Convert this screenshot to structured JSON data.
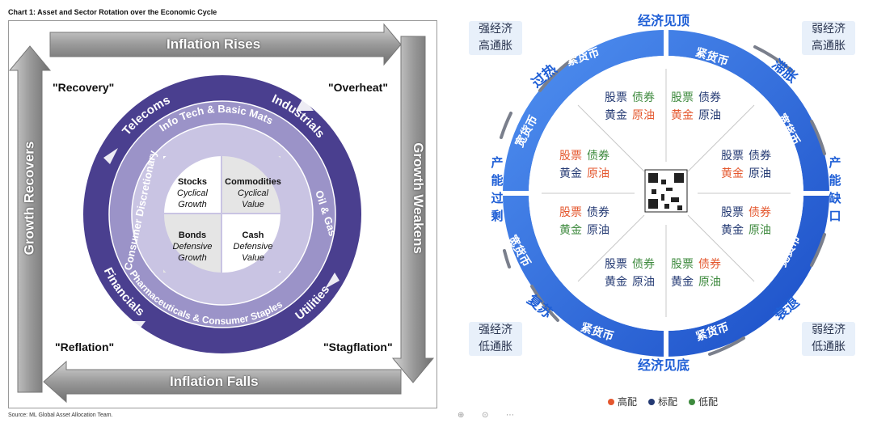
{
  "left": {
    "caption": "Chart 1: Asset and Sector Rotation over the Economic Cycle",
    "source": "Source: ML Global Asset Allocation Team.",
    "arrows": {
      "top": "Inflation Rises",
      "bottom": "Inflation Falls",
      "left": "Growth Recovers",
      "right": "Growth Weakens"
    },
    "phases": {
      "tl": "\"Recovery\"",
      "tr": "\"Overheat\"",
      "bl": "\"Reflation\"",
      "br": "\"Stagflation\""
    },
    "outer_ring": {
      "telecoms": "Telecoms",
      "industrials": "Industrials",
      "utilities": "Utilities",
      "financials": "Financials"
    },
    "inner_ring": {
      "info_tech": "Info Tech & Basic Mats",
      "oil_gas": "Oil & Gas",
      "pharma": "Pharmaceuticals & Consumer Staples",
      "cons_disc": "Consumer Discretionary"
    },
    "quadrants": {
      "tl": {
        "title": "Stocks",
        "l1": "Cyclical",
        "l2": "Growth"
      },
      "tr": {
        "title": "Commodities",
        "l1": "Cyclical",
        "l2": "Value"
      },
      "bl": {
        "title": "Bonds",
        "l1": "Defensive",
        "l2": "Growth"
      },
      "br": {
        "title": "Cash",
        "l1": "Defensive",
        "l2": "Value"
      }
    },
    "colors": {
      "dark_ring": "#4a3f8f",
      "mid_ring": "#9b93c8",
      "inner_ring": "#c9c4e3",
      "arrow_gray": "#9c9c9c"
    }
  },
  "right": {
    "top_title": "经济见顶",
    "bottom_title": "经济见底",
    "left_side": "产能过剩",
    "right_side": "产能缺口",
    "corners": {
      "tl": [
        "强经济",
        "高通胀"
      ],
      "tr": [
        "弱经济",
        "高通胀"
      ],
      "bl": [
        "强经济",
        "低通胀"
      ],
      "br": [
        "弱经济",
        "低通胀"
      ]
    },
    "diagonal_labels": {
      "overheat": "过热",
      "stagflation": "滞胀",
      "recovery": "复苏",
      "recession": "衰退"
    },
    "ring_labels": {
      "tight_tl": "紧货币",
      "tight_tr": "紧货币",
      "tight_bl": "紧货币",
      "tight_br": "紧货币",
      "loose_l1": "宽货币",
      "loose_l2": "宽货币",
      "loose_r1": "宽货币",
      "loose_r2": "宽货币"
    },
    "cells": [
      {
        "id": "top-left",
        "items": [
          [
            "股票",
            "navy"
          ],
          [
            "债券",
            "green"
          ],
          [
            "黄金",
            "navy"
          ],
          [
            "原油",
            "red"
          ]
        ]
      },
      {
        "id": "top-right",
        "items": [
          [
            "股票",
            "green"
          ],
          [
            "债券",
            "navy"
          ],
          [
            "黄金",
            "red"
          ],
          [
            "原油",
            "navy"
          ]
        ]
      },
      {
        "id": "right-upper",
        "items": [
          [
            "股票",
            "navy"
          ],
          [
            "债券",
            "navy"
          ],
          [
            "黄金",
            "red"
          ],
          [
            "原油",
            "navy"
          ]
        ]
      },
      {
        "id": "right-lower",
        "items": [
          [
            "股票",
            "navy"
          ],
          [
            "债券",
            "red"
          ],
          [
            "黄金",
            "navy"
          ],
          [
            "原油",
            "green"
          ]
        ]
      },
      {
        "id": "bottom-right",
        "items": [
          [
            "股票",
            "green"
          ],
          [
            "债券",
            "red"
          ],
          [
            "黄金",
            "navy"
          ],
          [
            "原油",
            "green"
          ]
        ]
      },
      {
        "id": "bottom-left",
        "items": [
          [
            "股票",
            "navy"
          ],
          [
            "债券",
            "green"
          ],
          [
            "黄金",
            "navy"
          ],
          [
            "原油",
            "navy"
          ]
        ]
      },
      {
        "id": "left-lower",
        "items": [
          [
            "股票",
            "red"
          ],
          [
            "债券",
            "navy"
          ],
          [
            "黄金",
            "green"
          ],
          [
            "原油",
            "navy"
          ]
        ]
      },
      {
        "id": "left-upper",
        "items": [
          [
            "股票",
            "red"
          ],
          [
            "债券",
            "green"
          ],
          [
            "黄金",
            "navy"
          ],
          [
            "原油",
            "red"
          ]
        ]
      }
    ],
    "legend": [
      {
        "label": "高配",
        "color": "#e4572e"
      },
      {
        "label": "标配",
        "color": "#243a73"
      },
      {
        "label": "低配",
        "color": "#3e8a3e"
      }
    ],
    "colors": {
      "ring_blue": "#1f5fd6",
      "ring_light": "#4f8ff0",
      "text_blue": "#1f5fd6"
    }
  }
}
